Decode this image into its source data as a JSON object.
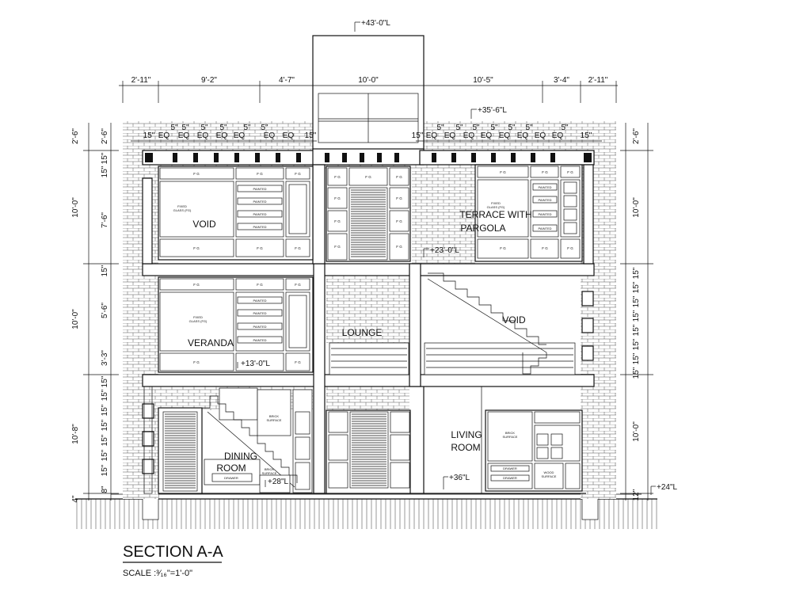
{
  "title": "SECTION A-A",
  "scale": "SCALE :³⁄₁₆\"=1'-0\"",
  "levels": {
    "top": "+43'-0\"L",
    "parapet": "+35'-6\"L",
    "second": "+23'-0\"L",
    "first": "+13'-0\"L",
    "dining": "+28\"L",
    "lounge": "+36\"L",
    "ground": "+24\"L"
  },
  "top_dimensions": [
    "2'-11\"",
    "9'-2\"",
    "4'-7\"",
    "10'-0\"",
    "10'-5\"",
    "3'-4\"",
    "2'-11\""
  ],
  "parapet_left": [
    "15\"",
    "EQ",
    "5\"",
    "EQ",
    "5\"",
    "EQ",
    "5\"",
    "EQ",
    "5\"",
    "EQ",
    "5\"",
    "EQ",
    "5\"",
    "EQ",
    "15\""
  ],
  "parapet_right": [
    "15\"",
    "EQ",
    "5\"",
    "EQ",
    "5\"",
    "EQ",
    "5\"",
    "EQ",
    "5\"",
    "EQ",
    "5\"",
    "EQ",
    "5\"",
    "EQ",
    "5\"",
    "EQ",
    "15\""
  ],
  "left_dims": {
    "outer": [
      "2'-6\"",
      "10'-0\"",
      "10'-0\"",
      "10'-8\"",
      "4\""
    ],
    "inner": [
      "2'-6\"",
      "15\"",
      "15\"",
      "7'-6\"",
      "15\"",
      "5'-6\"",
      "3'-3\"",
      "15\"",
      "15\"",
      "15\"",
      "15\"",
      "15\"",
      "15\"",
      "15\"",
      "8\""
    ]
  },
  "right_dims": {
    "outer": [
      "2'-6\"",
      "10'-0\"",
      "10'-0\"",
      "12\""
    ],
    "inner": [
      "15\"",
      "15\"",
      "15\"",
      "15\"",
      "15\"",
      "15\"",
      "15\"",
      "15\""
    ]
  },
  "rooms": {
    "void_upper": "VOID",
    "terrace": "TERRACE WITH",
    "terrace2": "PARGOLA",
    "veranda": "VERANDA",
    "lounge": "LOUNGE",
    "void_mid": "VOID",
    "dining": "DINING",
    "dining2": "ROOM",
    "living": "LIVING",
    "living2": "ROOM"
  },
  "labels": {
    "fg": "F G",
    "painted": "PAINTED",
    "fixed_glass": "FIXED",
    "fixed_glass2": "GLASS (FG)",
    "brick": "BRICK",
    "surface": "SURFACE",
    "wood": "WOOD",
    "drawer": "DRAWER"
  }
}
